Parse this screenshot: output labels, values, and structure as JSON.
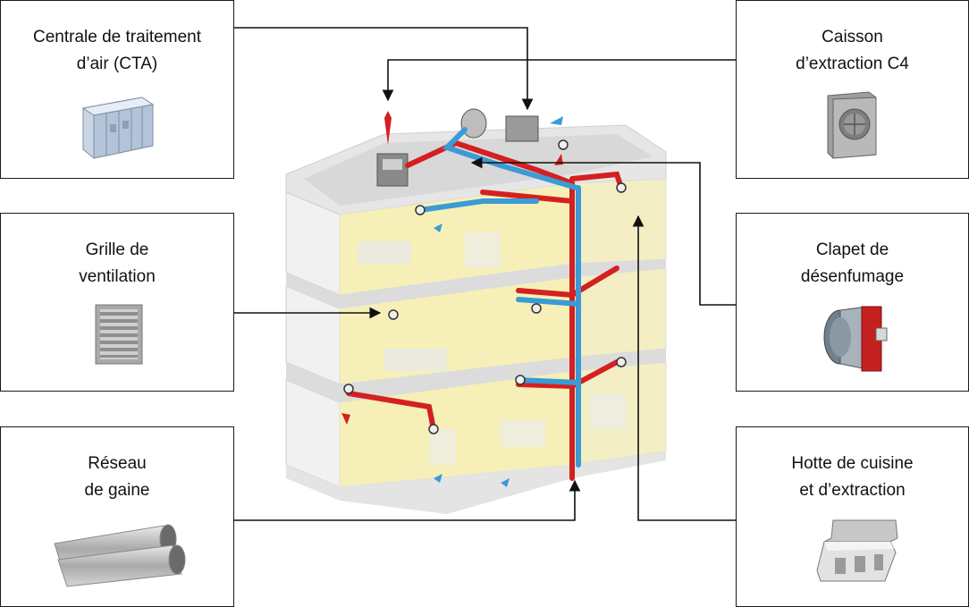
{
  "components": {
    "cta": {
      "line1": "Centrale de traitement",
      "line2": "d’air (CTA)",
      "icon": "air-handling-unit-icon"
    },
    "grille": {
      "line1": "Grille de",
      "line2": "ventilation",
      "icon": "ventilation-grille-icon"
    },
    "gaine": {
      "line1": "Réseau",
      "line2": "de gaine",
      "icon": "duct-pipes-icon"
    },
    "caisson": {
      "line1": "Caisson",
      "line2": "d’extraction C4",
      "icon": "extraction-fan-box-icon"
    },
    "clapet": {
      "line1": "Clapet de",
      "line2": "désenfumage",
      "icon": "smoke-damper-icon"
    },
    "hotte": {
      "line1": "Hotte de cuisine",
      "line2": "et d’extraction",
      "icon": "kitchen-hood-icon"
    }
  },
  "colors": {
    "supply_air": "#d42020",
    "extract_air": "#3a9bd5",
    "floor_yellow": "#f6f0b8",
    "wall_gray": "#d8d8d8",
    "frame": "#1a1a1a"
  }
}
